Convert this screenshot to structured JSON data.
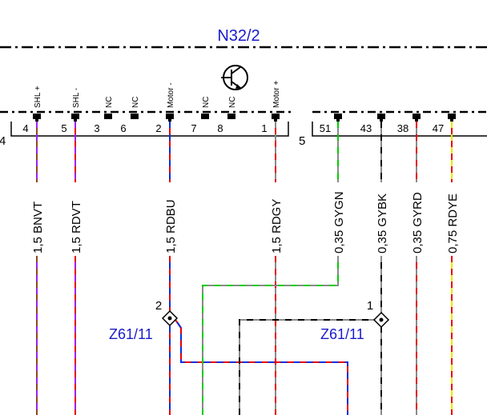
{
  "component": {
    "name": "N32/2",
    "transistor_icon": "transistor-icon"
  },
  "connectors": [
    {
      "id": "4",
      "label": "4"
    },
    {
      "id": "5",
      "label": "5"
    }
  ],
  "pins": [
    {
      "num": "4",
      "name": "SHL +"
    },
    {
      "num": "5",
      "name": "SHL -"
    },
    {
      "num": "3",
      "name": "NC"
    },
    {
      "num": "6",
      "name": "NC"
    },
    {
      "num": "2",
      "name": "Motor -"
    },
    {
      "num": "7",
      "name": "NC"
    },
    {
      "num": "8",
      "name": "NC"
    },
    {
      "num": "1",
      "name": "Motor +"
    },
    {
      "num": "51",
      "name": ""
    },
    {
      "num": "43",
      "name": ""
    },
    {
      "num": "38",
      "name": ""
    },
    {
      "num": "47",
      "name": ""
    }
  ],
  "wires": [
    {
      "label": "1,5 BNVT",
      "colors": [
        "#8b4a1c",
        "#a020f0"
      ]
    },
    {
      "label": "1,5 RDVT",
      "colors": [
        "#e60000",
        "#a020f0"
      ]
    },
    {
      "label": "1,5 RDBU",
      "colors": [
        "#e60000",
        "#0030e0"
      ]
    },
    {
      "label": "1,5 RDGY",
      "colors": [
        "#e60000",
        "#8a8a8a"
      ]
    },
    {
      "label": "0,35 GYGN",
      "colors": [
        "#8a8a8a",
        "#00cc00"
      ]
    },
    {
      "label": "0,35 GYBK",
      "colors": [
        "#8a8a8a",
        "#000000"
      ]
    },
    {
      "label": "0,35 GYRD",
      "colors": [
        "#8a8a8a",
        "#e60000"
      ]
    },
    {
      "label": "0,75 RDYE",
      "colors": [
        "#e60000",
        "#e8e800"
      ]
    }
  ],
  "splices": [
    {
      "name": "Z61/11",
      "pin": "2"
    },
    {
      "name": "Z61/11",
      "pin": "1"
    }
  ]
}
